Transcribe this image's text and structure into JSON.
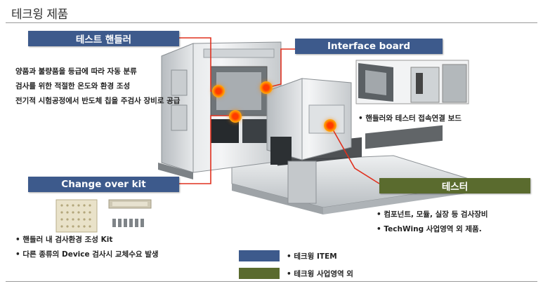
{
  "page_title": "테크윙 제품",
  "callouts": {
    "test_handler": {
      "label": "테스트 핸들러",
      "lines": [
        "양품과 불량품을 등급에 따라 자동 분류",
        "검사를 위한 적절한 온도와 환경 조성",
        "전기적 시험공정에서 반도체 칩을 주검사 장비로 공급"
      ]
    },
    "interface_board": {
      "label": "Interface board",
      "lines": [
        "• 핸들러와 테스터 접속연결 보드"
      ]
    },
    "change_over_kit": {
      "label": "Change over kit",
      "lines": [
        "• 핸들러 내 검사환경 조성 Kit",
        "• 다른 종류의 Device 검사시 교체수요 발생"
      ]
    },
    "tester": {
      "label": "테스터",
      "lines": [
        "• 컴포넌트, 모듈, 실장 등 검사장비",
        "• TechWing 사업영역 외 제품."
      ]
    }
  },
  "legend": [
    {
      "label": "• 테크윙 ITEM",
      "color": "#3d5a8c"
    },
    {
      "label": "• 테크윙 사업영역 외",
      "color": "#5a6b2e"
    }
  ],
  "colors": {
    "blue_box": "#3d5a8c",
    "green_box": "#5a6b2e",
    "connector": "#e0301e",
    "highlight": "#ff8c00"
  }
}
